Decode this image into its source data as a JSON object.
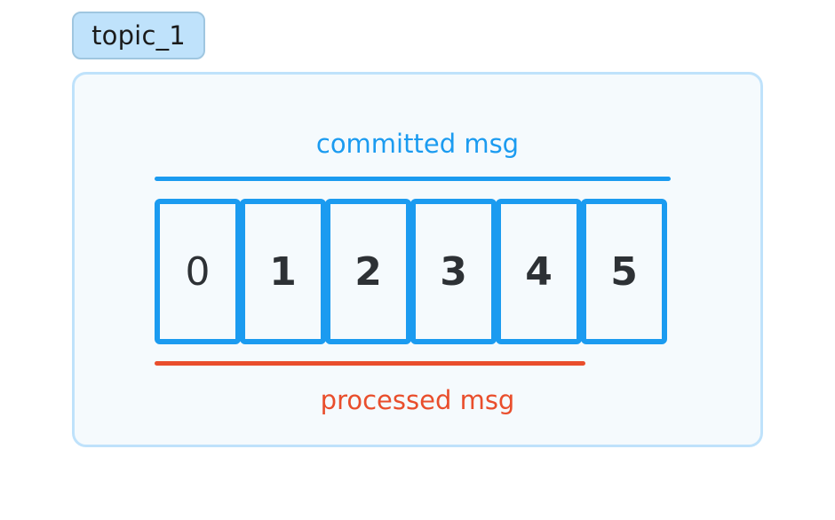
{
  "topic": {
    "name": "topic_1"
  },
  "labels": {
    "committed": "committed msg",
    "processed": "processed msg"
  },
  "messages": [
    "0",
    "1",
    "2",
    "3",
    "4",
    "5"
  ],
  "colors": {
    "committed": "#1b9bf0",
    "processed": "#e94e2c",
    "panel_bg": "#f5fafd",
    "panel_border": "#bfe2fb",
    "badge_bg": "#bfe2fb"
  }
}
